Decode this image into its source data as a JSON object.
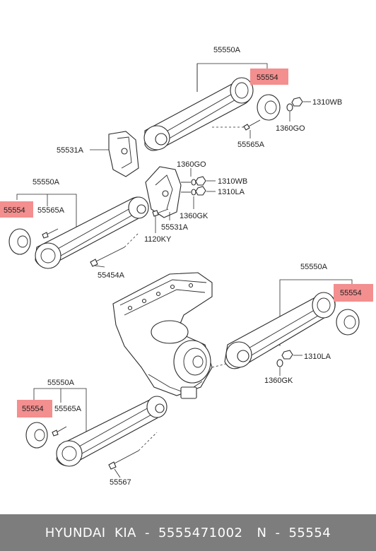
{
  "callouts": {
    "arm_upper": "55550A",
    "bushing_upper": "55554",
    "nut_1310wb_upper": "1310WB",
    "washer_1360go_upper": "1360GO",
    "bolt_55565a_upper": "55565A",
    "bracket_left": "55531A",
    "washer_1360go_mid": "1360GO",
    "nut_1310wb_mid": "1310WB",
    "nut_1310la_mid": "1310LA",
    "washer_1360gk_mid": "1360GK",
    "bracket_right": "55531A",
    "bolt_1120ky": "1120KY",
    "arm_mid_left": "55550A",
    "bushing_mid_left": "55554",
    "bolt_55565a_mid": "55565A",
    "bolt_55454a": "55454A",
    "arm_right": "55550A",
    "bushing_right": "55554",
    "nut_1310la_right": "1310LA",
    "washer_1360gk_right": "1360GK",
    "arm_lower": "55550A",
    "bushing_lower": "55554",
    "bolt_55565a_lower": "55565A",
    "bolt_55567": "55567"
  },
  "highlight_color": "#f38f8f",
  "footer": {
    "brand": "HYUNDAI  KIA",
    "separator": "-",
    "part_number": "5555471002",
    "n_label": "N",
    "n_separator": "-",
    "n_value": "55554",
    "background": "#7d7d7d"
  }
}
